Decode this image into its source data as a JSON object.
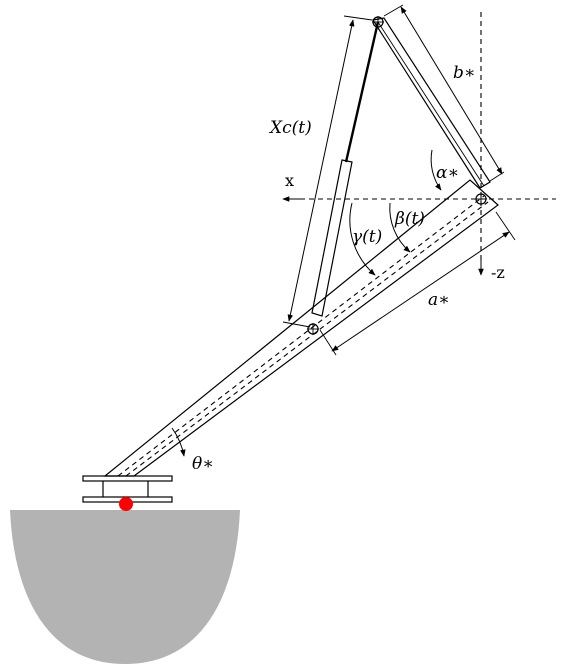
{
  "labels": {
    "xc": "Xc(t)",
    "b": "b∗",
    "alpha": "α∗",
    "x_axis": "x",
    "gamma": "γ(t)",
    "beta": "β(t)",
    "neg_z": "-z",
    "a": "a∗",
    "theta": "θ∗"
  },
  "colors": {
    "line": "#000000",
    "base_fill": "#b3b3b3",
    "marker": "#ff0000"
  }
}
